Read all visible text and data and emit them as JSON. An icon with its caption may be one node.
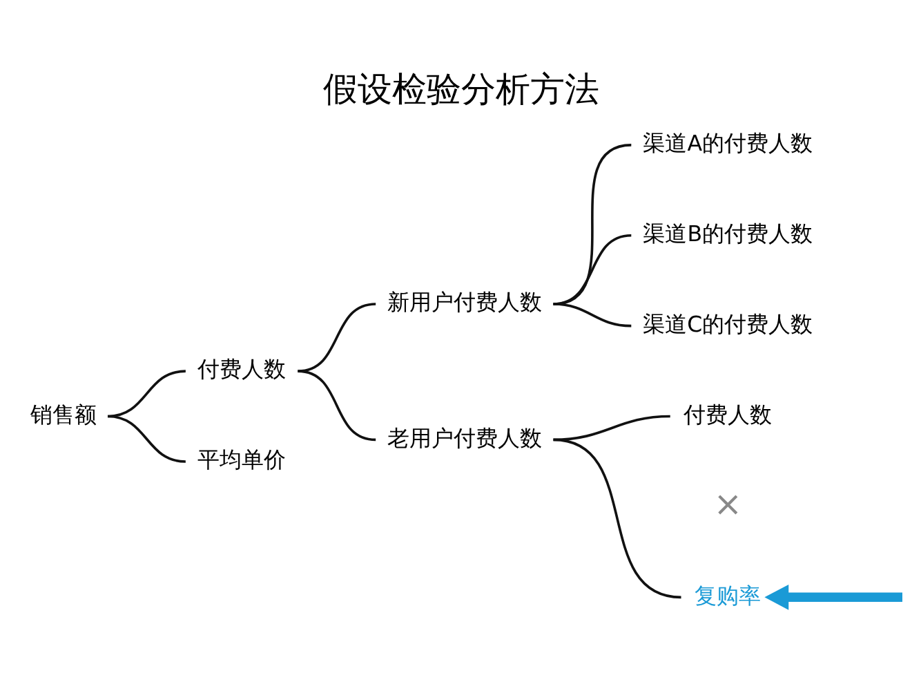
{
  "diagram": {
    "title": "假设检验分析方法",
    "nodes": [
      {
        "text": [
          "销售额"
        ]
      },
      {
        "text": [
          "付费人数"
        ]
      },
      {
        "text": [
          "平均单价"
        ]
      },
      {
        "text": [
          "新用户付费人数"
        ]
      },
      {
        "text": [
          "老用户付费人数"
        ]
      },
      {
        "text": [
          "渠道A的付费人数"
        ]
      },
      {
        "text": [
          "渠道B的付费人数"
        ]
      },
      {
        "text": [
          "渠道C的付费人数"
        ]
      },
      {
        "text": [
          "付费人数"
        ]
      },
      {
        "text": [
          "复购率"
        ]
      }
    ],
    "edges": [
      {
        "from": 0,
        "to": 1,
        "arrow": "none"
      },
      {
        "from": 0,
        "to": 2,
        "arrow": "none"
      },
      {
        "from": 1,
        "to": 3,
        "arrow": "none"
      },
      {
        "from": 1,
        "to": 4,
        "arrow": "none"
      },
      {
        "from": 3,
        "to": 5,
        "arrow": "none"
      },
      {
        "from": 3,
        "to": 6,
        "arrow": "none"
      },
      {
        "from": 3,
        "to": 7,
        "arrow": "none"
      },
      {
        "from": 4,
        "to": 8,
        "arrow": "none"
      },
      {
        "from": 4,
        "to": 9,
        "arrow": "none"
      },
      {
        "from": null,
        "to": 9,
        "arrow": "to",
        "style": "thick",
        "color": "#1a9ad6"
      }
    ],
    "labels": [
      "×"
    ]
  }
}
